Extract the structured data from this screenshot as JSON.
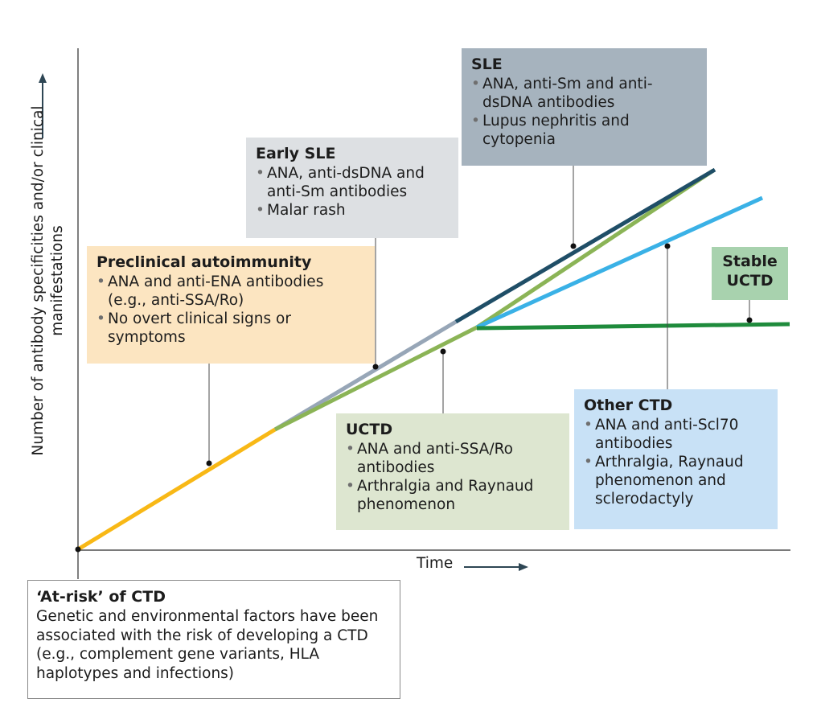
{
  "axes": {
    "y_label": "Number of antibody specificities and/or clinical manifestations",
    "x_label": "Time"
  },
  "stages": {
    "preclinical": {
      "title": "Preclinical autoimmunity",
      "bullets": [
        "ANA and anti-ENA antibodies (e.g., anti-SSA/Ro)",
        "No overt clinical signs or symptoms"
      ]
    },
    "early_sle": {
      "title": "Early SLE",
      "bullets": [
        "ANA, anti-dsDNA and anti-Sm antibodies",
        "Malar rash"
      ]
    },
    "sle": {
      "title": "SLE",
      "bullets": [
        "ANA, anti-Sm and anti-dsDNA antibodies",
        "Lupus nephritis and cytopenia"
      ]
    },
    "uctd": {
      "title": "UCTD",
      "bullets": [
        "ANA and anti-SSA/Ro antibodies",
        "Arthralgia and Raynaud phenomenon"
      ]
    },
    "other_ctd": {
      "title": "Other CTD",
      "bullets": [
        "ANA and anti-Scl70 antibodies",
        "Arthralgia, Raynaud phenomenon and sclerodactyly"
      ]
    },
    "stable_uctd": {
      "title_line1": "Stable",
      "title_line2": "UCTD"
    },
    "at_risk": {
      "title": "‘At-risk’ of CTD",
      "text": "Genetic and environmental factors have been associated with the risk of developing a CTD (e.g., complement gene variants, HLA haplotypes and infections)"
    }
  },
  "colors": {
    "preclinical_line": "#f8b816",
    "early_sle_line": "#97a6b7",
    "sle_line": "#1f4e67",
    "uctd_line": "#8bb456",
    "other_ctd_line": "#3ab1e6",
    "stable_uctd_line": "#1f8b3c",
    "axis": "#2b2b2b",
    "arrow": "#2e4654"
  }
}
